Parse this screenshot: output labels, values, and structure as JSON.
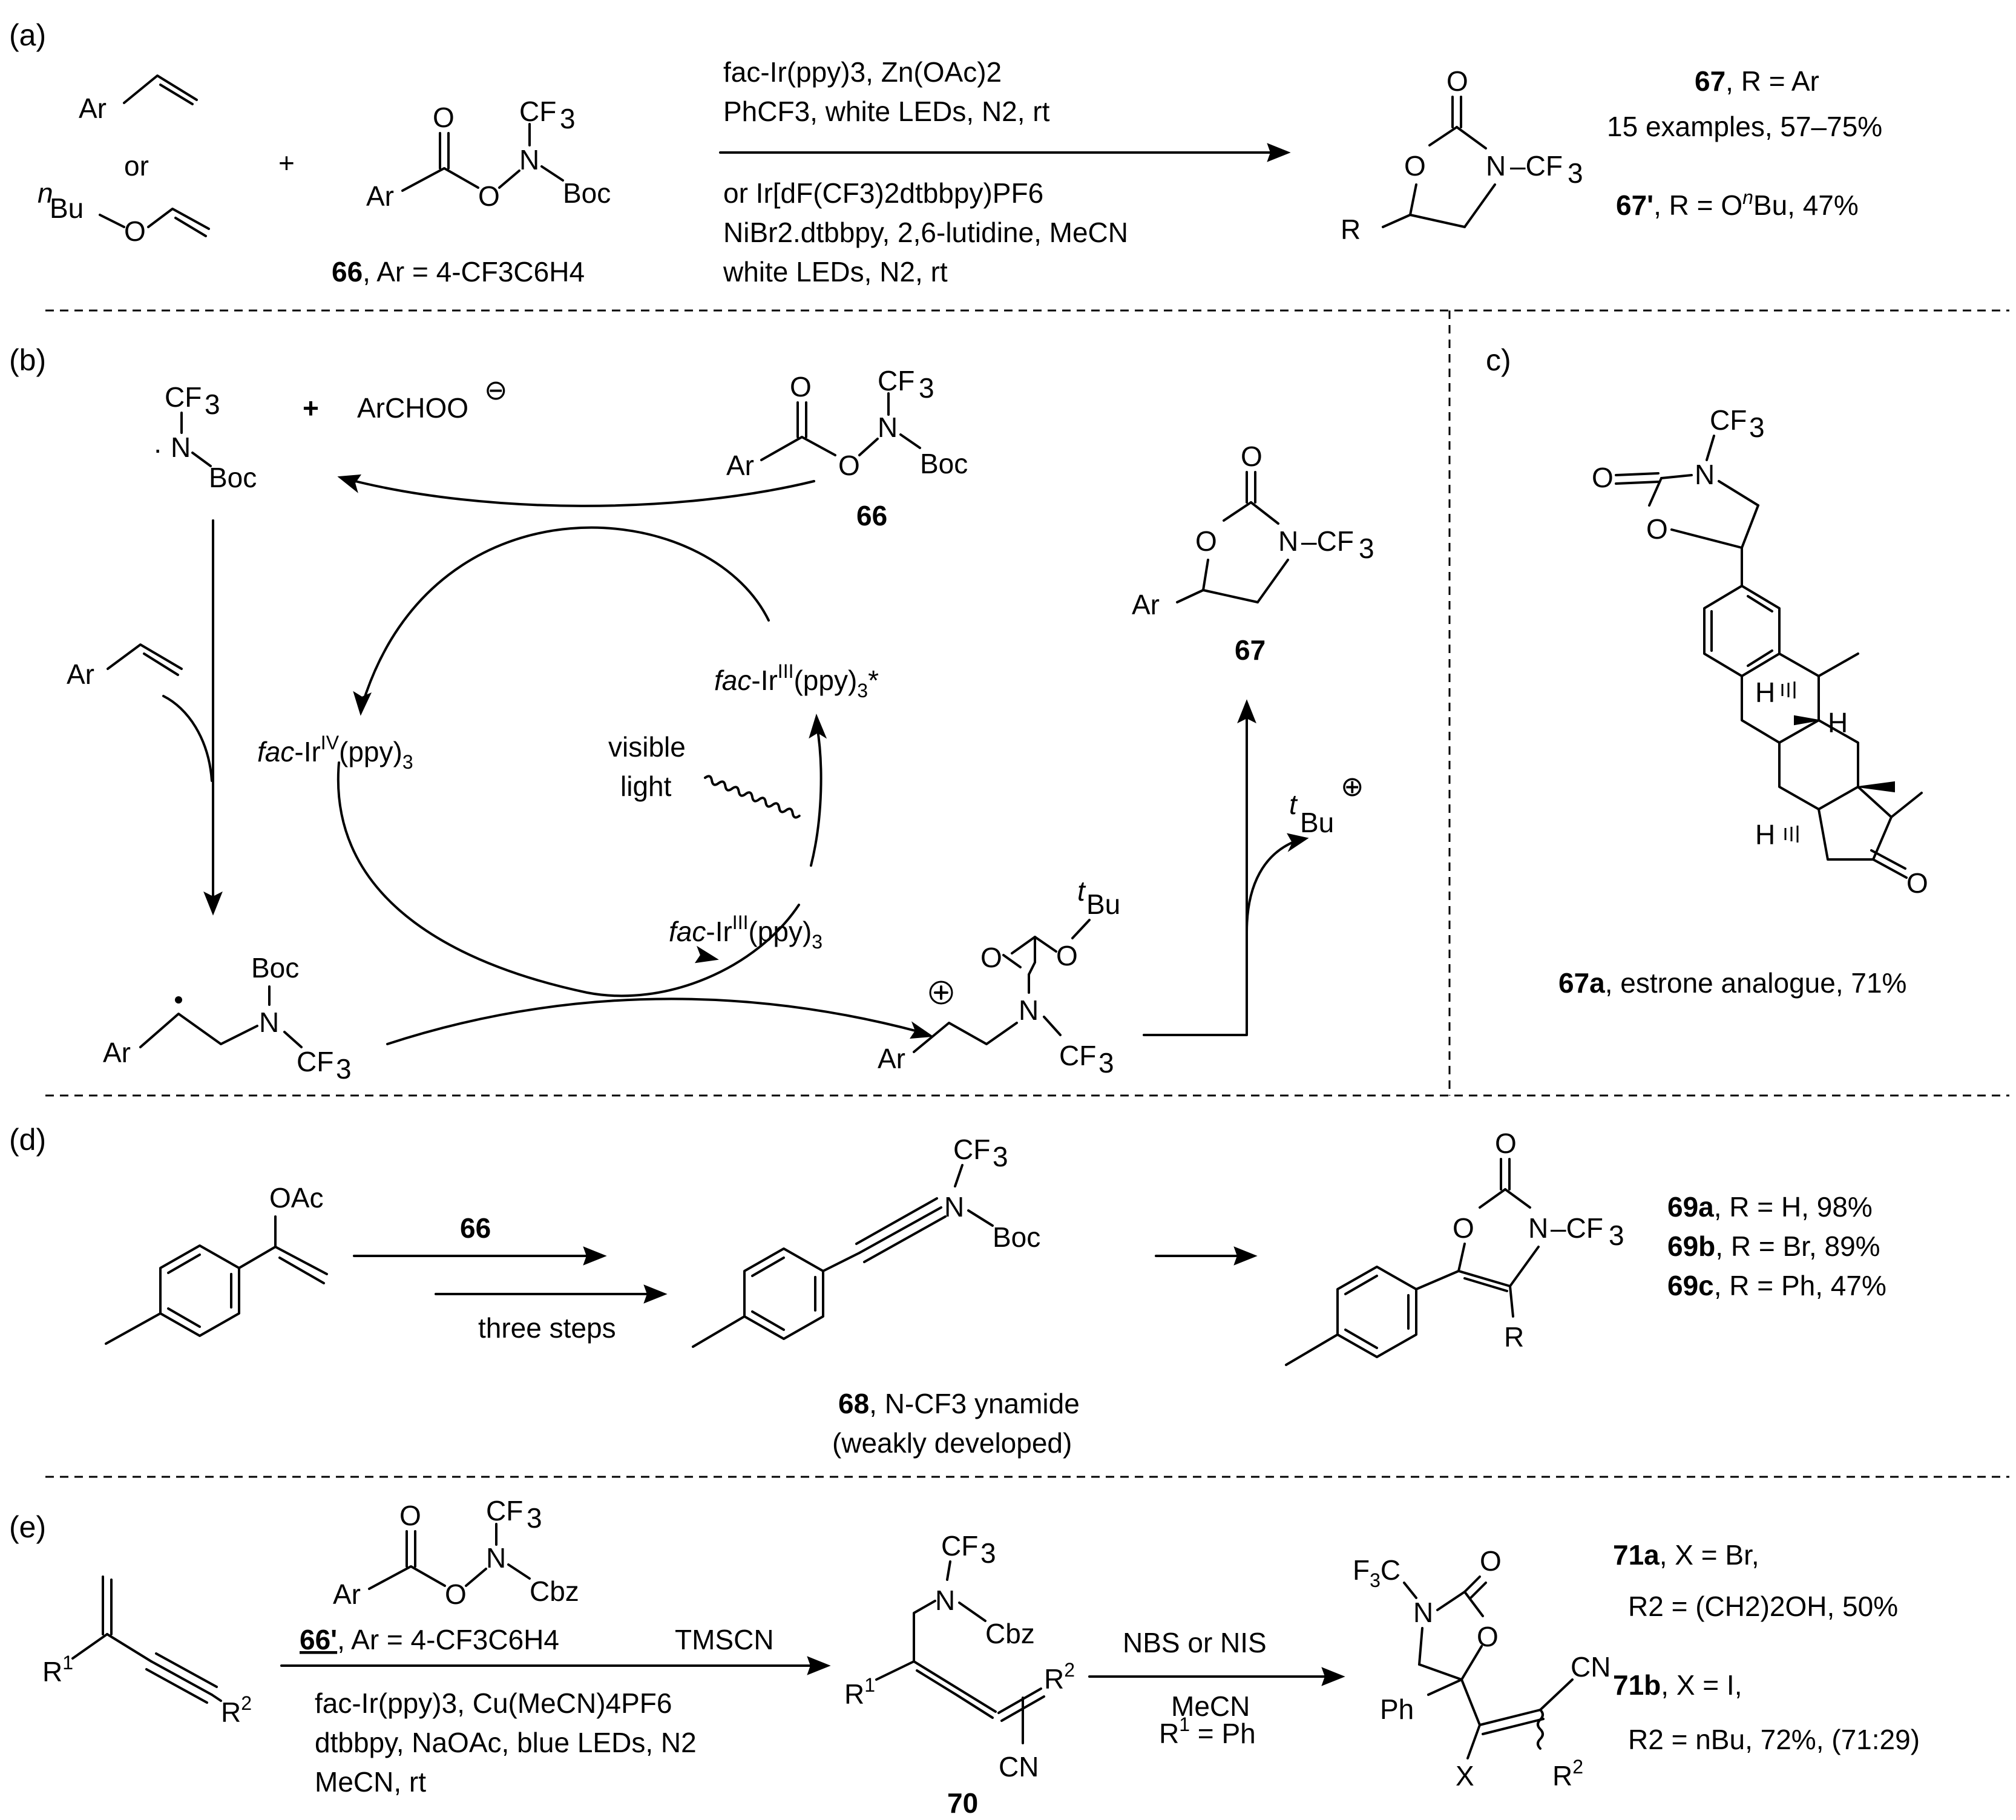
{
  "panel_labels": {
    "a": "(a)",
    "b": "(b)",
    "c": "c)",
    "d": "(d)",
    "e": "(e)"
  },
  "atoms": {
    "Ar": "Ar",
    "or": "or",
    "nBu_n": "n",
    "Bu": "Bu",
    "O": "O",
    "N": "N",
    "NH": "N",
    "CF3_C": "CF",
    "sub3": "3",
    "Boc": "Boc",
    "Cbz": "Cbz",
    "R": "R",
    "H": "H",
    "CN": "CN",
    "X": "X",
    "Ph": "Ph",
    "F3C_F": "F",
    "F3C_C": "C",
    "R1": "R",
    "sup1": "1",
    "R2": "R",
    "sup2": "2",
    "OAc": "OAc",
    "tBu_t": "t",
    "plus": "+",
    "minus": "⊖",
    "circle_plus": "⊕",
    "ArCHOO": "ArCHOO",
    "dash": "–",
    "dot": "·"
  },
  "a": {
    "cond1": "fac-Ir(ppy)3, Zn(OAc)2",
    "cond2": "PhCF3, white LEDs, N2, rt",
    "cond3": "or Ir[dF(CF3)2dtbbpy)PF6",
    "cond4": "NiBr2.dtbbpy, 2,6-lutidine, MeCN",
    "cond5": "white LEDs, N2, rt",
    "reagent_num": "66",
    "reagent_def": ", Ar = 4-CF3C6H4",
    "p67_num": "67",
    "p67_def": ", R = Ar",
    "p67_examples": "15 examples, 57–75%",
    "p67p_num": "67'",
    "p67p_def": ", R = O",
    "p67p_end": "Bu, 47%"
  },
  "b": {
    "radical_coproduct": "ArCHOO",
    "reagent_num": "66",
    "product_num": "67",
    "ir4_prefix": "fac",
    "ir4_text": "-Ir",
    "ir4_ox": "IV",
    "ir4_lig": "(ppy)",
    "ir3_ox": "III",
    "ir3_star": "*",
    "visible": "visible",
    "light": "light",
    "tBu_cation": "Bu"
  },
  "c": {
    "compound_num": "67a",
    "compound_desc": ", estrone analogue, 71%"
  },
  "d": {
    "reagent": "66",
    "three_steps": "three steps",
    "ynamide_num": "68",
    "ynamide_desc": ", N-CF3 ynamide",
    "ynamide_note": "(weakly developed)",
    "products": [
      {
        "num": "69a",
        "desc": ", R = H, 98%"
      },
      {
        "num": "69b",
        "desc": ", R = Br, 89%"
      },
      {
        "num": "69c",
        "desc": ", R = Ph, 47%"
      }
    ]
  },
  "e": {
    "reagent_num": "66'",
    "reagent_def": ", Ar = 4-CF3C6H4",
    "tmscn": "TMSCN",
    "cond1": "fac-Ir(ppy)3, Cu(MeCN)4PF6",
    "cond2": "dtbbpy, NaOAc, blue LEDs, N2",
    "cond3": "MeCN, rt",
    "allene_num": "70",
    "step2_cond1": "NBS or NIS",
    "step2_cond2": "MeCN",
    "step2_cond3": "R1 = Ph",
    "p71a_num": "71a",
    "p71a_def": ", X = Br,",
    "p71a_r2": "R2 = (CH2)2OH, 50%",
    "p71b_num": "71b",
    "p71b_def": ", X = I,",
    "p71b_r2": "R2 = nBu, 72%, (71:29)"
  },
  "colors": {
    "ink": "#000000",
    "background": "#ffffff"
  }
}
